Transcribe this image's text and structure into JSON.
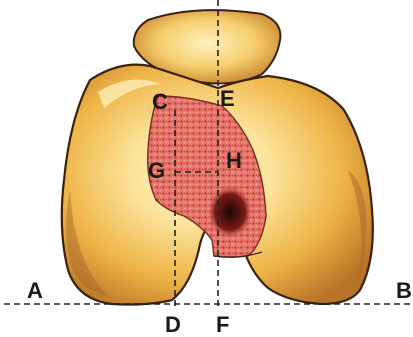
{
  "diagram": {
    "labels": {
      "a": "A",
      "b": "B",
      "c": "C",
      "d": "D",
      "e": "E",
      "f": "F",
      "g": "G",
      "h": "H"
    },
    "colors": {
      "bone_light": "#fbe8a6",
      "bone_mid": "#efb84a",
      "bone_dark": "#b5722b",
      "outline": "#3b2210",
      "lesion": "#e4766c",
      "lesion_dark": "#a82e2a",
      "guide_line": "#222222"
    }
  }
}
